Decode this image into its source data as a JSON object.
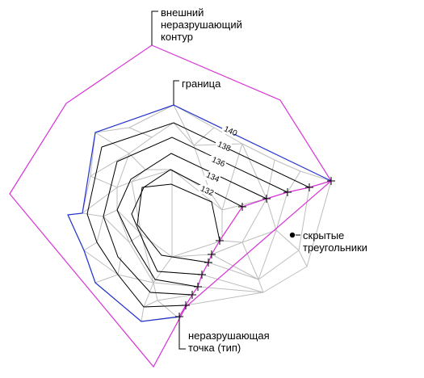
{
  "labels": {
    "outer_contour": [
      "внешний",
      "неразрушающий",
      "контур"
    ],
    "boundary": [
      "граница"
    ],
    "hidden_triangles": [
      "скрытые",
      "треугольники"
    ],
    "breakline_point": [
      "неразрушающая",
      "точка (тип)"
    ]
  },
  "contour_labels": [
    "140",
    "138",
    "136",
    "134",
    "132"
  ],
  "colors": {
    "outer_contour": "#d633d6",
    "breakline": "#d633d6",
    "boundary": "#2233cc",
    "contours": "#000000",
    "triangles": "#bdbdbd",
    "leaders": "#000000"
  },
  "icons": {
    "breakline_point": "plus-marker",
    "callout_dot": "filled-dot"
  }
}
